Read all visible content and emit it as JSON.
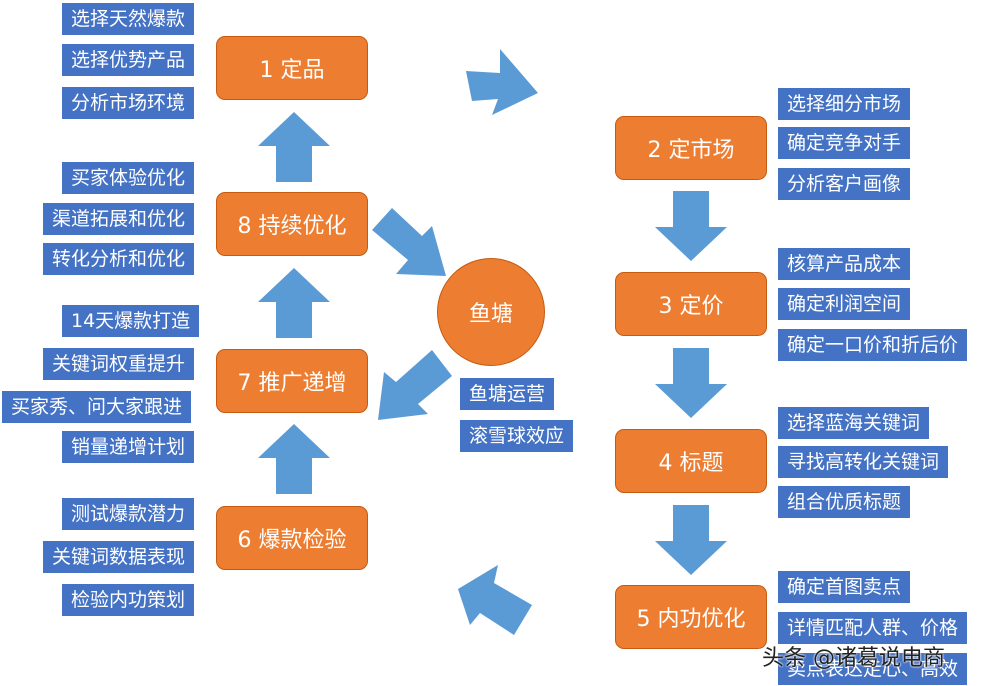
{
  "steps": {
    "s1": "1 定品",
    "s2": "2 定市场",
    "s3": "3 定价",
    "s4": "4 标题",
    "s5": "5 内功优化",
    "s6": "6 爆款检验",
    "s7": "7 推广递增",
    "s8": "8 持续优化"
  },
  "center": "鱼塘",
  "tags": {
    "s1": [
      "选择天然爆款",
      "选择优势产品",
      "分析市场环境"
    ],
    "s2": [
      "选择细分市场",
      "确定竞争对手",
      "分析客户画像"
    ],
    "s3": [
      "核算产品成本",
      "确定利润空间",
      "确定一口价和折后价"
    ],
    "s4": [
      "选择蓝海关键词",
      "寻找高转化关键词",
      "组合优质标题"
    ],
    "s5": [
      "确定首图卖点",
      "详情匹配人群、价格",
      "卖点表达走心、高效"
    ],
    "s6": [
      "测试爆款潜力",
      "关键词数据表现",
      "检验内功策划"
    ],
    "s7": [
      "14天爆款打造",
      "关键词权重提升",
      "买家秀、问大家跟进",
      "销量递增计划"
    ],
    "s8": [
      "买家体验优化",
      "渠道拓展和优化",
      "转化分析和优化"
    ],
    "center": [
      "鱼塘运营",
      "滚雪球效应"
    ]
  },
  "watermark": "头条 @诸葛说电商",
  "colors": {
    "step_fill": "#ED7D31",
    "tag_fill": "#4472C4",
    "arrow_fill": "#5B9BD5"
  }
}
